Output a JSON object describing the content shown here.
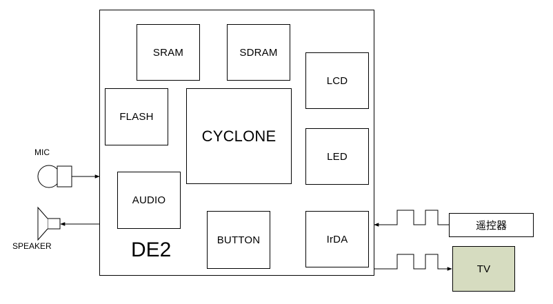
{
  "board": {
    "name": "DE2"
  },
  "components": {
    "sram": "SRAM",
    "sdram": "SDRAM",
    "lcd": "LCD",
    "flash": "FLASH",
    "cyclone": "CYCLONE",
    "led": "LED",
    "audio": "AUDIO",
    "button": "BUTTON",
    "irda": "IrDA"
  },
  "external": {
    "mic": "MIC",
    "speaker": "SPEAKER",
    "remote": "遥控器",
    "tv": "TV"
  },
  "colors": {
    "tv_fill": "#d6dcc0",
    "line": "#000000"
  }
}
